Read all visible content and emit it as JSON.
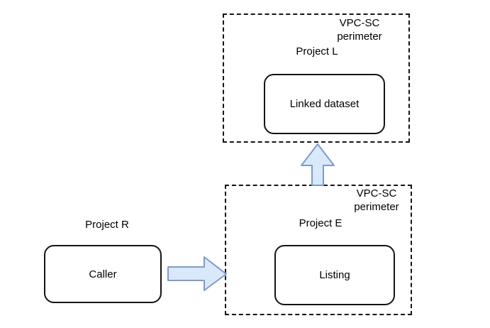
{
  "diagram": {
    "title_semantic": "VPC-SC perimeter linked dataset diagram",
    "colors": {
      "background": "#ffffff",
      "box_border": "#141414",
      "arrow_fill": "#dae8fc",
      "arrow_stroke": "#7e9cc7"
    },
    "top_perimeter": {
      "perimeter_label": "VPC-SC\nperimeter",
      "project_label": "Project L",
      "node_label": "Linked dataset"
    },
    "bottom_perimeter": {
      "perimeter_label": "VPC-SC\nperimeter",
      "project_label": "Project E",
      "node_label": "Listing"
    },
    "caller_group": {
      "project_label": "Project R",
      "node_label": "Caller"
    }
  }
}
